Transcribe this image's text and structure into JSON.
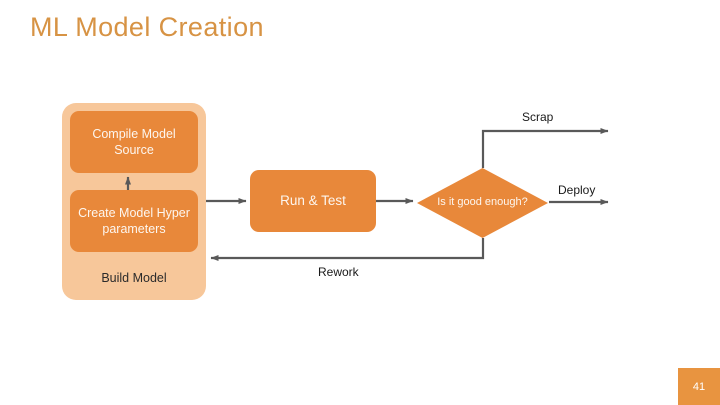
{
  "slide": {
    "title": "ML Model Creation",
    "page_number": "41",
    "colors": {
      "title": "#d79344",
      "process_fill": "#e8883a",
      "group_fill": "#f7c79a",
      "process_text": "#fdf6ef",
      "connector": "#595959",
      "badge": "#e89440",
      "background": "#ffffff"
    }
  },
  "diagram": {
    "type": "flowchart",
    "group": {
      "label": "Build Model"
    },
    "nodes": [
      {
        "id": "compile",
        "shape": "rounded-rect",
        "label": "Compile Model Source"
      },
      {
        "id": "hyper",
        "shape": "rounded-rect",
        "label": "Create Model Hyper parameters"
      },
      {
        "id": "runtest",
        "shape": "rounded-rect",
        "label": "Run & Test"
      },
      {
        "id": "decision",
        "shape": "diamond",
        "label": "Is it good enough?"
      }
    ],
    "edges": [
      {
        "id": "hyper-to-compile",
        "from": "hyper",
        "to": "compile",
        "label": ""
      },
      {
        "id": "build-to-runtest",
        "from": "group",
        "to": "runtest",
        "label": ""
      },
      {
        "id": "runtest-to-decision",
        "from": "runtest",
        "to": "decision",
        "label": ""
      },
      {
        "id": "decision-scrap",
        "from": "decision",
        "to": "end",
        "label": "Scrap"
      },
      {
        "id": "decision-deploy",
        "from": "decision",
        "to": "end",
        "label": "Deploy"
      },
      {
        "id": "decision-rework",
        "from": "decision",
        "to": "hyper",
        "label": "Rework"
      }
    ]
  }
}
